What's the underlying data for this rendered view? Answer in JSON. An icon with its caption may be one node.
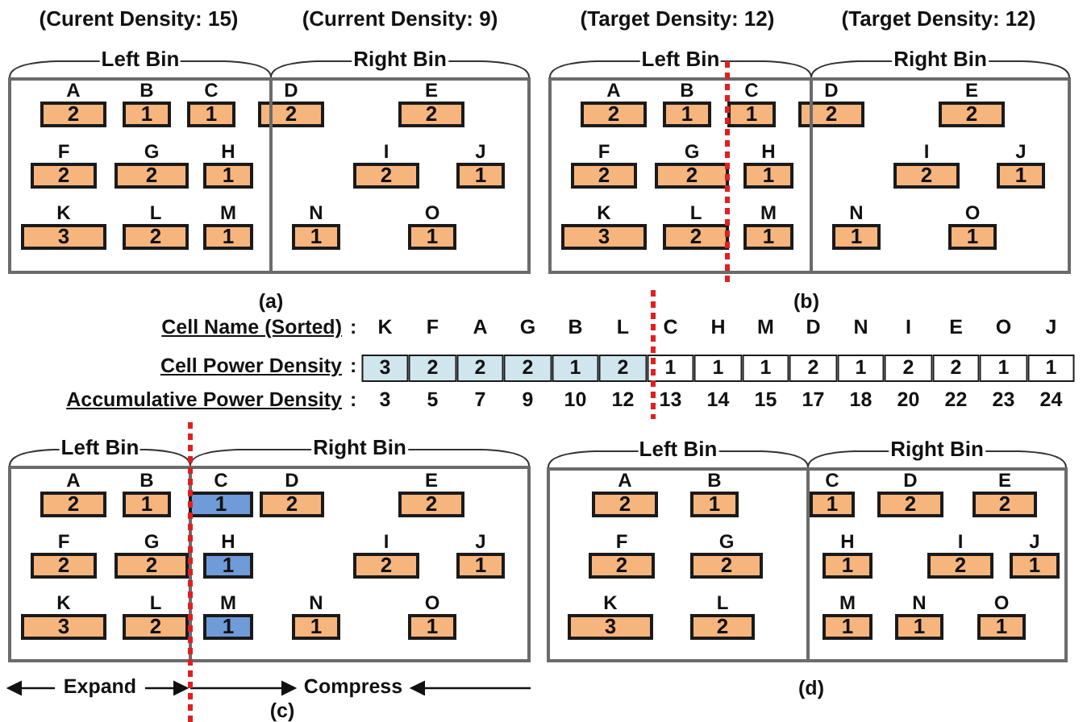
{
  "diagram": {
    "nodes": [
      {
        "text": [
          "Left Bin"
        ]
      },
      {
        "text": [
          "2"
        ],
        "beside": [
          "A"
        ],
        "in": 0
      },
      {
        "text": [
          "1"
        ],
        "beside": [
          "B"
        ],
        "in": 0
      },
      {
        "text": [
          "1"
        ],
        "beside": [
          "C"
        ],
        "in": 0
      },
      {
        "text": [
          "2"
        ],
        "beside": [
          "F"
        ],
        "in": 0
      },
      {
        "text": [
          "2"
        ],
        "beside": [
          "G"
        ],
        "in": 0
      },
      {
        "text": [
          "1"
        ],
        "beside": [
          "H"
        ],
        "in": 0
      },
      {
        "text": [
          "3"
        ],
        "beside": [
          "K"
        ],
        "in": 0
      },
      {
        "text": [
          "2"
        ],
        "beside": [
          "L"
        ],
        "in": 0
      },
      {
        "text": [
          "1"
        ],
        "beside": [
          "M"
        ],
        "in": 0
      },
      {
        "text": [
          "2"
        ],
        "beside": [
          "D"
        ]
      },
      {
        "text": [
          "Right Bin"
        ]
      },
      {
        "text": [
          "2"
        ],
        "beside": [
          "E"
        ],
        "in": 11
      },
      {
        "text": [
          "2"
        ],
        "beside": [
          "I"
        ],
        "in": 11
      },
      {
        "text": [
          "1"
        ],
        "beside": [
          "J"
        ],
        "in": 11
      },
      {
        "text": [
          "1"
        ],
        "beside": [
          "N"
        ],
        "in": 11
      },
      {
        "text": [
          "1"
        ],
        "beside": [
          "O"
        ],
        "in": 11
      },
      {
        "text": [
          "Left Bin"
        ]
      },
      {
        "text": [
          "2"
        ],
        "beside": [
          "A"
        ],
        "in": 17
      },
      {
        "text": [
          "1"
        ],
        "beside": [
          "B"
        ],
        "in": 17
      },
      {
        "text": [
          "1"
        ],
        "beside": [
          "C"
        ],
        "in": 17
      },
      {
        "text": [
          "2"
        ],
        "beside": [
          "F"
        ],
        "in": 17
      },
      {
        "text": [
          "2"
        ],
        "beside": [
          "G"
        ],
        "in": 17
      },
      {
        "text": [
          "1"
        ],
        "beside": [
          "H"
        ],
        "in": 17
      },
      {
        "text": [
          "3"
        ],
        "beside": [
          "K"
        ],
        "in": 17
      },
      {
        "text": [
          "2"
        ],
        "beside": [
          "L"
        ],
        "in": 17
      },
      {
        "text": [
          "1"
        ],
        "beside": [
          "M"
        ],
        "in": 17
      },
      {
        "text": [
          "2"
        ],
        "beside": [
          "D"
        ]
      },
      {
        "text": [
          "Right Bin"
        ]
      },
      {
        "text": [
          "2"
        ],
        "beside": [
          "E"
        ],
        "in": 28
      },
      {
        "text": [
          "2"
        ],
        "beside": [
          "I"
        ],
        "in": 28
      },
      {
        "text": [
          "1"
        ],
        "beside": [
          "J"
        ],
        "in": 28
      },
      {
        "text": [
          "1"
        ],
        "beside": [
          "N"
        ],
        "in": 28
      },
      {
        "text": [
          "1"
        ],
        "beside": [
          "O"
        ],
        "in": 28
      },
      {
        "text": [
          "Left Bin"
        ]
      },
      {
        "text": [
          "2"
        ],
        "beside": [
          "A"
        ],
        "in": 34
      },
      {
        "text": [
          "1"
        ],
        "beside": [
          "B"
        ],
        "in": 34
      },
      {
        "text": [
          "2"
        ],
        "beside": [
          "F"
        ],
        "in": 34
      },
      {
        "text": [
          "2"
        ],
        "beside": [
          "G"
        ],
        "in": 34
      },
      {
        "text": [
          "3"
        ],
        "beside": [
          "K"
        ],
        "in": 34
      },
      {
        "text": [
          "2"
        ],
        "beside": [
          "L"
        ],
        "in": 34
      },
      {
        "text": [
          "Right Bin"
        ]
      },
      {
        "text": [
          "1"
        ],
        "beside": [
          "C"
        ],
        "in": 41
      },
      {
        "text": [
          "2"
        ],
        "beside": [
          "D"
        ],
        "in": 41
      },
      {
        "text": [
          "2"
        ],
        "beside": [
          "E"
        ],
        "in": 41
      },
      {
        "text": [
          "1"
        ],
        "beside": [
          "H"
        ],
        "in": 41
      },
      {
        "text": [
          "2"
        ],
        "beside": [
          "I"
        ],
        "in": 41
      },
      {
        "text": [
          "1"
        ],
        "beside": [
          "J"
        ],
        "in": 41
      },
      {
        "text": [
          "1"
        ],
        "beside": [
          "M"
        ],
        "in": 41
      },
      {
        "text": [
          "1"
        ],
        "beside": [
          "N"
        ],
        "in": 41
      },
      {
        "text": [
          "1"
        ],
        "beside": [
          "O"
        ],
        "in": 41
      },
      {
        "text": [
          "Left Bin"
        ]
      },
      {
        "text": [
          "2"
        ],
        "beside": [
          "A"
        ],
        "in": 51
      },
      {
        "text": [
          "1"
        ],
        "beside": [
          "B"
        ],
        "in": 51
      },
      {
        "text": [
          "2"
        ],
        "beside": [
          "F"
        ],
        "in": 51
      },
      {
        "text": [
          "2"
        ],
        "beside": [
          "G"
        ],
        "in": 51
      },
      {
        "text": [
          "3"
        ],
        "beside": [
          "K"
        ],
        "in": 51
      },
      {
        "text": [
          "2"
        ],
        "beside": [
          "L"
        ],
        "in": 51
      },
      {
        "text": [
          "Right Bin"
        ]
      },
      {
        "text": [
          "1"
        ],
        "beside": [
          "C"
        ],
        "in": 58
      },
      {
        "text": [
          "2"
        ],
        "beside": [
          "D"
        ],
        "in": 58
      },
      {
        "text": [
          "2"
        ],
        "beside": [
          "E"
        ],
        "in": 58
      },
      {
        "text": [
          "1"
        ],
        "beside": [
          "H"
        ],
        "in": 58
      },
      {
        "text": [
          "2"
        ],
        "beside": [
          "I"
        ],
        "in": 58
      },
      {
        "text": [
          "1"
        ],
        "beside": [
          "J"
        ],
        "in": 58
      },
      {
        "text": [
          "1"
        ],
        "beside": [
          "M"
        ],
        "in": 58
      },
      {
        "text": [
          "1"
        ],
        "beside": [
          "N"
        ],
        "in": 58
      },
      {
        "text": [
          "1"
        ],
        "beside": [
          "O"
        ],
        "in": 58
      }
    ],
    "labels": [
      "(Curent Density: 15)",
      "(Current Density: 9)",
      "(Target Density: 12)",
      "(Target Density: 12)",
      "(a)",
      "(b)",
      "Cell Name (Sorted)",
      ":",
      "K",
      "F",
      "A",
      "G",
      "B",
      "L",
      "C",
      "H",
      "M",
      "D",
      "N",
      "I",
      "E",
      "O",
      "J",
      "Cell Power Density",
      ":",
      "3",
      "2",
      "2",
      "2",
      "1",
      "2",
      "1",
      "1",
      "1",
      "2",
      "1",
      "2",
      "2",
      "1",
      "1",
      "Accumulative Power Density",
      ":",
      "3",
      "5",
      "7",
      "9",
      "10",
      "12",
      "13",
      "14",
      "15",
      "17",
      "18",
      "20",
      "22",
      "23",
      "24",
      "Expand",
      "Compress",
      "(c)",
      "(d)"
    ]
  }
}
